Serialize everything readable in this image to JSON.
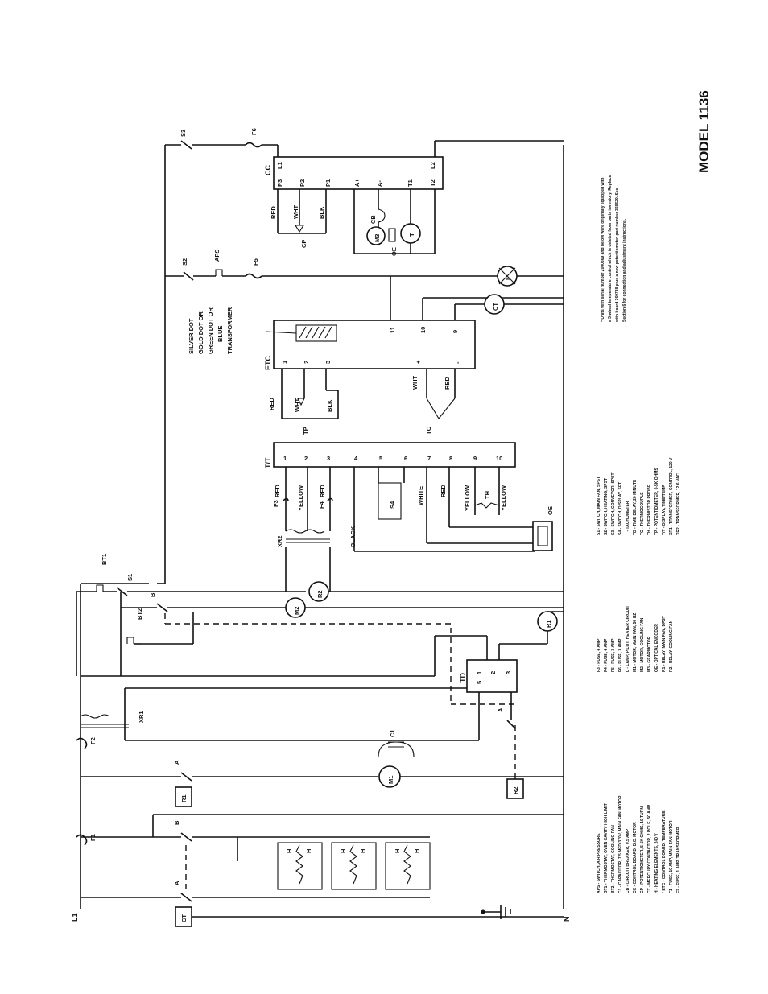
{
  "title": "MODEL 1136",
  "lines": {
    "l1": "L1",
    "n": "N"
  },
  "fuses": {
    "f1": "F1",
    "f2": "F2",
    "f3": "F3",
    "f4": "F4",
    "f5": "F5",
    "f6": "F6"
  },
  "switches": {
    "s1": "S1",
    "s2": "S2",
    "s3": "S3",
    "s4": "S4",
    "aps": "APS",
    "bt1": "BT1",
    "bt2": "BT2"
  },
  "contacts": {
    "a": "A",
    "b": "B"
  },
  "relays": {
    "r1": "R1",
    "r2": "R2",
    "ct": "CT"
  },
  "transformers": {
    "xr1": "XR1",
    "xr2": "XR2"
  },
  "motors": {
    "m1": "M1",
    "m2": "M2",
    "m3": "M3",
    "c1": "C1"
  },
  "components": {
    "cc": "CC",
    "etc": "ETC",
    "tt": "T/T",
    "td": "TD",
    "tc": "TC",
    "tp": "TP",
    "cp": "CP",
    "cb": "CB",
    "oe": "OE",
    "t": "T",
    "lamp": "L",
    "th": "TH",
    "h": "H"
  },
  "cc_pins": [
    "P3",
    "P2",
    "P1",
    "A+",
    "A-",
    "T1",
    "T2",
    "L1",
    "L2"
  ],
  "etc_pins": [
    "1",
    "2",
    "3",
    "+",
    "-",
    "11",
    "10",
    "9"
  ],
  "tt_pins": [
    "1",
    "2",
    "3",
    "4",
    "5",
    "6",
    "7",
    "8",
    "9",
    "10"
  ],
  "td_pins": [
    "5",
    "1",
    "2",
    "3"
  ],
  "wire_colors": {
    "red": "RED",
    "wht": "WHT",
    "blk": "BLK",
    "yellow": "YELLOW",
    "white": "WHITE",
    "black": "BLACK"
  },
  "etc_note": [
    "SILVER DOT",
    "GOLD DOT OR",
    "GREEN DOT OR",
    "BLUE",
    "TRANSFORMER"
  ],
  "legend_col1": [
    "APS - SWITCH, AIR PRESSURE",
    "BT1 - THERMOSTAT, OVEN CAVITY HIGH LIMIT",
    "BT2 - THERMOSTAT, COOLING FAN",
    "C1  - CAPACITOR, 7.5 MFD 370V, MAIN FAN MOTOR",
    "CB  - CIRCUIT BREAKER, 0.5 AMP",
    "CC  - CONTROL BOARD, D.C. MOTOR",
    "CP  - POTENTIOMETER, 5-5K OHMS, 10 TURN",
    "CT  - MERCURY CONTACTOR, 2 POLE, 50 AMP",
    "H   - HEATING ELEMENTS, 240 V",
    "* ETC - CONTROL BOARD, TEMPERATURE",
    "F1  - FUSE, 10 AMP, MAIN FAN MOTOR",
    "F2  - FUSE, 1 AMP, TRANSFORMER"
  ],
  "legend_col2": [
    "F3 - FUSE, 4 AMP",
    "F4 - FUSE, 4 AMP",
    "F5 - FUSE, 3 AMP",
    "F6 - FUSE, 3 AMP",
    "L  - LAMP, PILOT, HEATER CIRCUIT",
    "M1 - MOTOR, MAIN FAN, 50 HZ",
    "M2 - MOTOR, COOLING FAN",
    "M3 - GEARMOTOR",
    "OE - OPTICAL ENCODER",
    "R1 - RELAY, MAIN FAN, DPST",
    "R2 - RELAY, COOLING FAN"
  ],
  "legend_col3": [
    "S1  - SWITCH, MAIN FAN, SPST",
    "S2  - SWITCH, HEATING, SPST",
    "S3  - SWITCH, CONVEYOR, SPST",
    "S4  - SWITCH, DISPLAY, SET",
    "T   - TACHOMETER",
    "TD  - TIME DELAY, 20 MINUTE",
    "TC  - THERMOCOUPLE",
    "TH  - THERMISTOR PROBE",
    "TP  - POTENTIOMETER, 0-5K OHMS",
    "T/T - DISPLAY, TIME/TEMP",
    "XR1 - TRANSFORMER, CONTROL, 120 V",
    "XR2 - TRANSFORMER, 12.6 VAC"
  ],
  "footnote": [
    "* Units with serial number 2000869 and below were originally equipped with",
    "a 3 wheel temperature control which is deleted from parts inventory. Replace",
    "with board 369738 plus a new potentiometer, part number 369629. See",
    "Section 6 for connection and adjustment instructions."
  ]
}
